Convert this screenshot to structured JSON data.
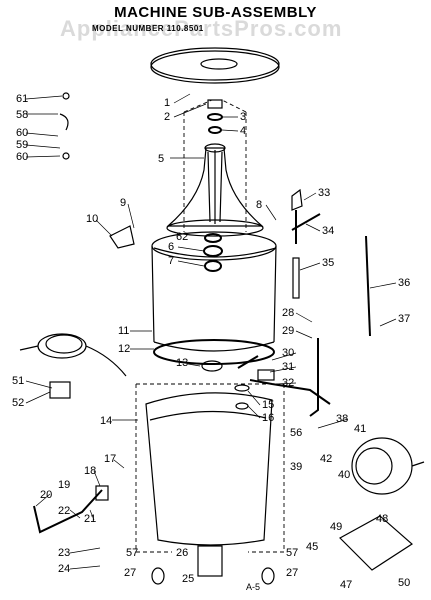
{
  "title": "MACHINE SUB-ASSEMBLY",
  "subtitle": "MODEL NUMBER 110.8501",
  "watermark": "AppliancePartsPros.com",
  "footer": "A-5",
  "callouts": [
    "1",
    "2",
    "3",
    "4",
    "5",
    "6",
    "7",
    "8",
    "9",
    "10",
    "11",
    "12",
    "13",
    "14",
    "15",
    "16",
    "17",
    "18",
    "19",
    "20",
    "21",
    "22",
    "23",
    "24",
    "25",
    "26",
    "27",
    "27",
    "28",
    "29",
    "30",
    "31",
    "32",
    "33",
    "34",
    "35",
    "36",
    "37",
    "38",
    "39",
    "40",
    "41",
    "42",
    "45",
    "47",
    "48",
    "49",
    "50",
    "51",
    "52",
    "56",
    "57",
    "57",
    "58",
    "59",
    "60",
    "60",
    "61",
    "62"
  ]
}
